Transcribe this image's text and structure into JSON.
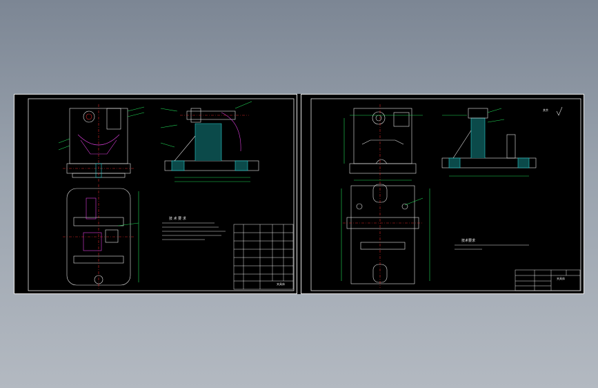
{
  "colors": {
    "background_top": "#7c8694",
    "background_bottom": "#b3b9c1",
    "canvas": "#000000",
    "line_white": "#e8e8e8",
    "line_green": "#22e05a",
    "line_red": "#e02828",
    "line_magenta": "#e040e0",
    "line_cyan": "#2ad0d0",
    "line_yellow": "#e0e040"
  },
  "left_sheet": {
    "tech_title": "技 术 要 求",
    "title_block_name": "夹具体"
  },
  "right_sheet": {
    "tech_title": "技术要求",
    "title_block_name": "夹具体",
    "roughness_note": "其余"
  }
}
